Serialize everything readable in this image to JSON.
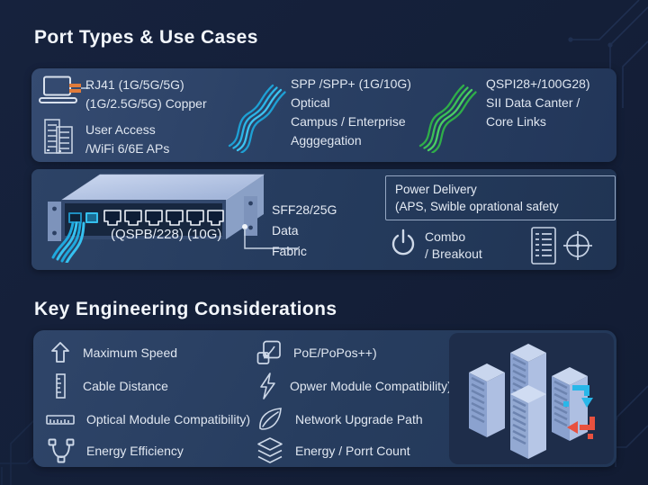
{
  "titles": {
    "port_types": "Port Types & Use Cases",
    "engineering": "Key Engineering Considerations"
  },
  "port_types_panel": {
    "copper": {
      "icon1": "laptop-ethernet-icon",
      "icon2": "server-rack-icon",
      "speeds": "RJ41 (1G/5G/5G)",
      "medium": "(1G/2.5G/5G) Copper",
      "use1": "User Access",
      "use2": "/WiFi 6/6E APs"
    },
    "optical": {
      "icon": "fiber-cable-cyan-icon",
      "speeds": "SPP /SPP+ (1G/10G)",
      "medium": "Optical",
      "use1": "Campus / Enterprise",
      "use2": "Agggegation"
    },
    "qsfp": {
      "icon": "fiber-cable-green-icon",
      "speeds": "QSPI28+/100G28)",
      "use1": "SII Data Canter /",
      "use2": "Core Links"
    }
  },
  "fabric_band": {
    "switch_illustration": "network-switch-illustration",
    "switch_label": "(QSPB/228) (10G)",
    "fabric": [
      "SFF28/25G",
      "Data",
      "Fabric"
    ],
    "power_box": [
      "Power Delivery",
      "(APS, Swible oprational safety"
    ],
    "combo": [
      "Combo",
      "/ Breakout"
    ],
    "icons": [
      "power-icon",
      "port-list-icon",
      "crosshair-icon"
    ]
  },
  "considerations": {
    "left": [
      {
        "icon": "arrow-up-icon",
        "label": "Maximum Speed"
      },
      {
        "icon": "ruler-vertical-icon",
        "label": "Cable Distance"
      },
      {
        "icon": "ruler-horizontal-icon",
        "label": "Optical Module Compatibility)"
      },
      {
        "icon": "connector-plug-icon",
        "label": "Energy Efficiency"
      }
    ],
    "right": [
      {
        "icon": "poe-icon",
        "label": "PoE/PoPos++)"
      },
      {
        "icon": "lightning-icon",
        "label": "Opwer Module Compatibility)"
      },
      {
        "icon": "leaf-icon",
        "label": "Network Upgrade Path"
      },
      {
        "icon": "layers-icon",
        "label": "Energy / Porrt Count"
      }
    ]
  },
  "colors": {
    "background": "#141f38",
    "panel": "#2c4166",
    "accent_cyan": "#29b6e8",
    "accent_green": "#38b951",
    "accent_orange": "#e07b3a",
    "glitch_red": "#e8513f",
    "server_blue": "#aebfe0",
    "text": "#e3eaf4"
  }
}
